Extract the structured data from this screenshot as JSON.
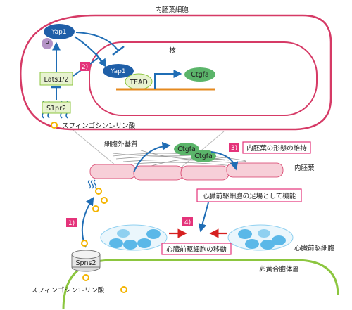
{
  "labels": {
    "endoderm_cell": "内胚葉細胞",
    "nucleus": "核",
    "yap1_cyto": "Yap1",
    "phospho": "P",
    "lats": "Lats1/2",
    "yap1_nuc": "Yap1",
    "tead": "TEAD",
    "ctgfa_gene": "Ctgfa",
    "s1pr2": "S1pr2",
    "s1p_top": "スフィンゴシン1-リン酸",
    "ecm": "細胞外基質",
    "ctgfa_prot1": "Ctgfa",
    "ctgfa_prot2": "Ctgfa",
    "endoderm": "内胚葉",
    "cardiac_progenitor": "心臓前駆細胞",
    "yolk_layer": "卵黄合胞体層",
    "spns2": "Spns2",
    "s1p_bottom": "スフィンゴシン1-リン酸"
  },
  "steps": [
    {
      "num": "1)",
      "text": ""
    },
    {
      "num": "2)",
      "text": ""
    },
    {
      "num": "3)",
      "text": "内胚葉の形態の維持"
    },
    {
      "num": "4)",
      "text": "心臓前駆細胞の移動"
    }
  ],
  "notes": {
    "scaffold": "心臓前駆細胞の足場として機能"
  },
  "colors": {
    "cell_border": "#d63a66",
    "step_badge": "#e4337a",
    "protein_blue": "#1f5fa8",
    "purple": "#b493c6",
    "green_box": "#e8f3d0",
    "ctgfa_green": "#5bb56a",
    "orange": "#e58a1f",
    "arrow_blue": "#1f6db5",
    "endoderm_pink": "#f7cfd8",
    "progenitor_blue": "#5bb8e8",
    "yolk_green": "#8cc63f",
    "s1p_yellow": "#f4b400"
  }
}
